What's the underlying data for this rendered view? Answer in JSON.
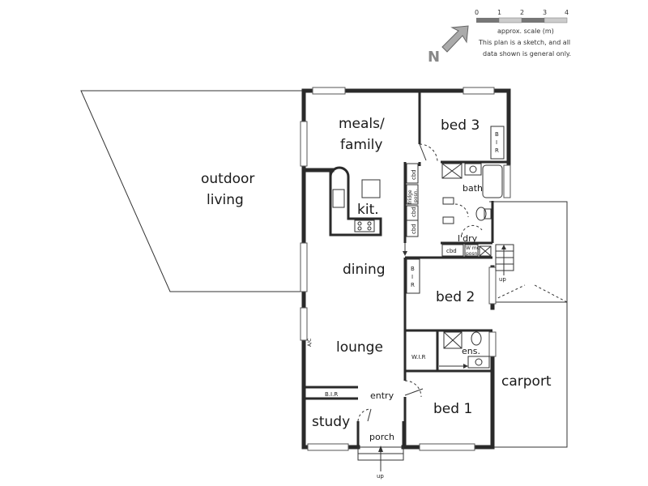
{
  "rooms": {
    "outdoor_living_1": "outdoor",
    "outdoor_living_2": "living",
    "meals_1": "meals/",
    "meals_2": "family",
    "kitchen": "kit.",
    "dining": "dining",
    "lounge": "lounge",
    "study": "study",
    "entry": "entry",
    "porch": "porch",
    "bed3": "bed 3",
    "bed2": "bed 2",
    "bed1": "bed 1",
    "bath": "bath",
    "laundry": "l'dry",
    "ensuite": "ens.",
    "carport": "carport"
  },
  "labels": {
    "cbd": "cbd",
    "fridge_1": "fridge",
    "fridge_2": "posn.",
    "wm_1": "W mc",
    "wm_2": "posn.",
    "bir_study": "B.I.R",
    "wir": "W.I.R",
    "ac": "A/C",
    "up": "up",
    "bir_b": "B",
    "bir_i": "I",
    "bir_r": "R"
  },
  "scale": {
    "ticks": [
      "0",
      "1",
      "2",
      "3",
      "4"
    ],
    "title": "approx. scale (m)",
    "note_1": "This plan is a sketch, and all",
    "note_2": "data shown is general only."
  },
  "compass": {
    "letter": "N",
    "icon": "north-arrow-icon"
  },
  "colors": {
    "wall": "#2a2a2a",
    "scale_dark": "#777777",
    "scale_light": "#cccccc"
  }
}
